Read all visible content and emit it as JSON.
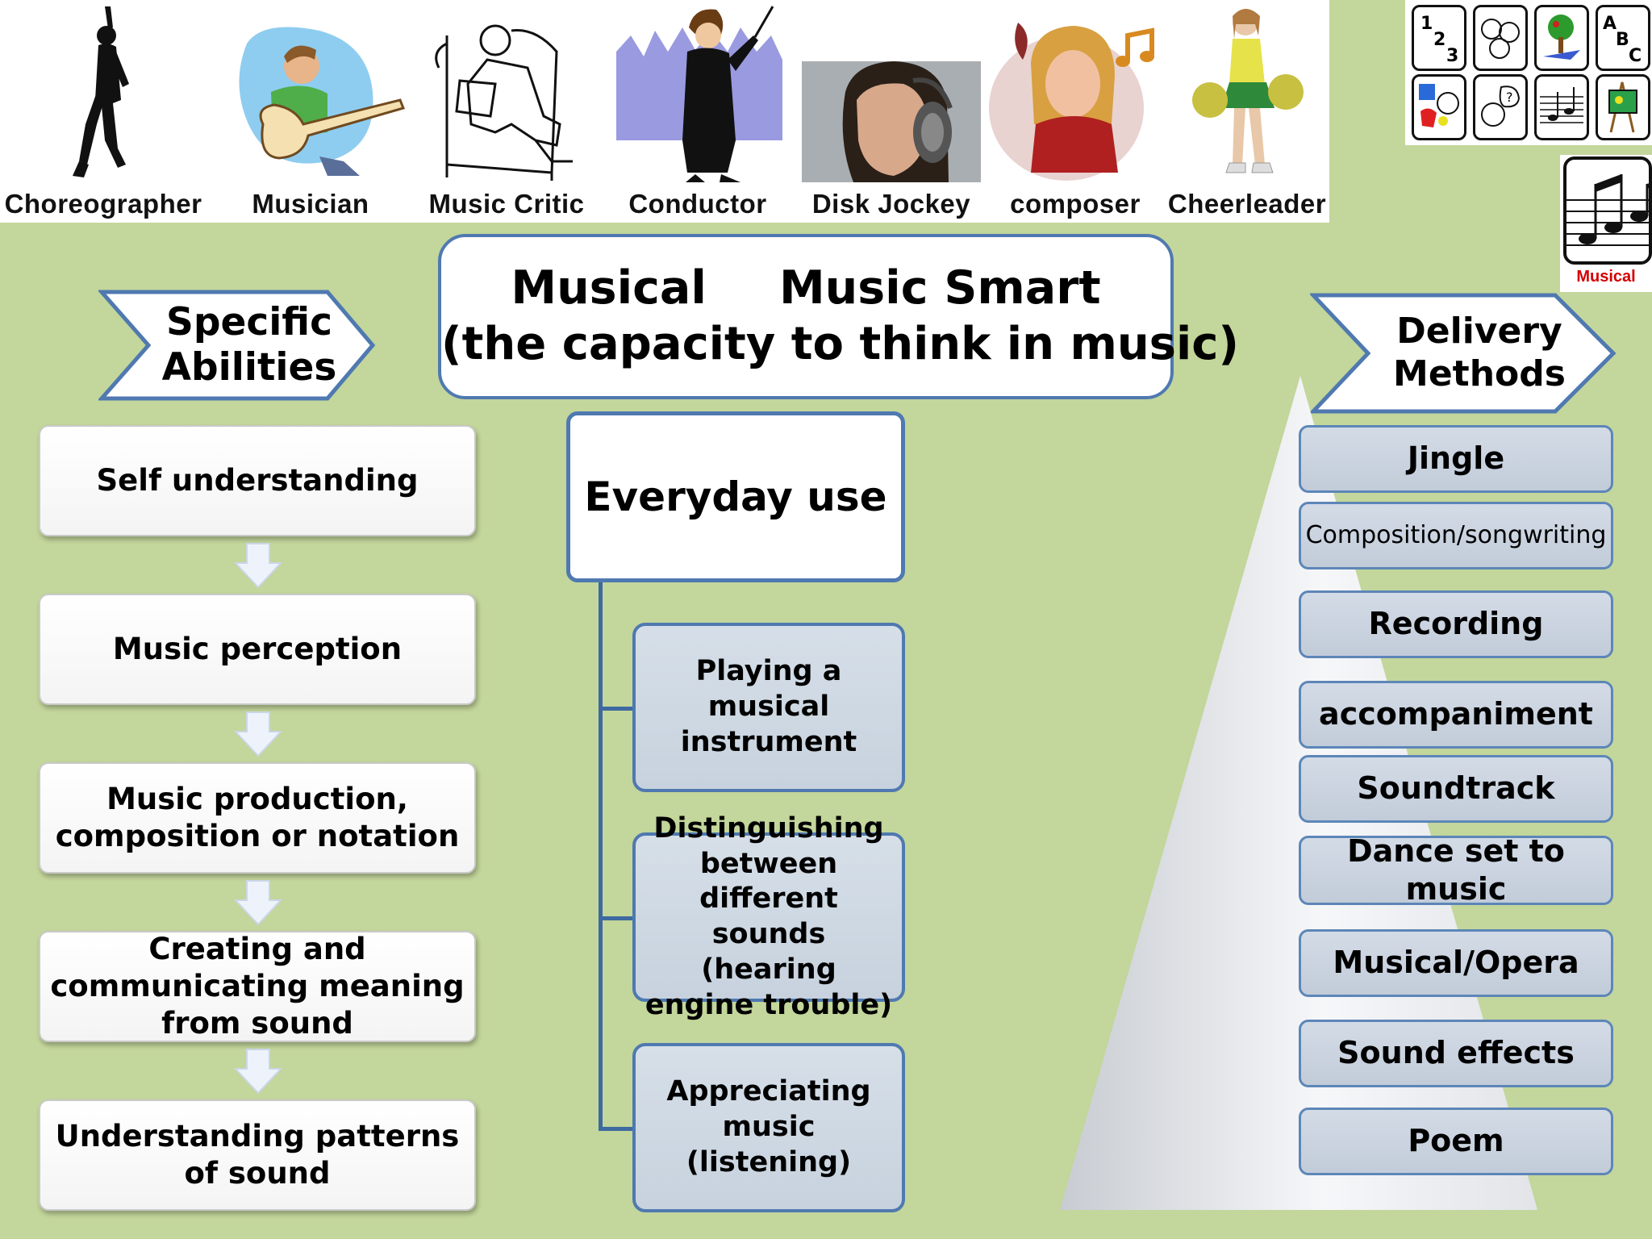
{
  "roles": [
    {
      "label": "Choreographer",
      "icon": "dancer-silhouette-icon"
    },
    {
      "label": "Musician",
      "icon": "guitarist-icon"
    },
    {
      "label": "Music Critic",
      "icon": "critic-in-armchair-icon"
    },
    {
      "label": "Conductor",
      "icon": "conductor-icon"
    },
    {
      "label": "Disk Jockey",
      "icon": "boy-with-headphones-photo"
    },
    {
      "label": "composer",
      "icon": "composer-portrait-icon"
    },
    {
      "label": "Cheerleader",
      "icon": "cheerleader-icon"
    }
  ],
  "intelligence_icons": [
    "numbers-icon",
    "faces-icon",
    "nature-icon",
    "letters-icon",
    "puzzle-ball-icon",
    "thinking-faces-icon",
    "music-notes-icon",
    "painting-easel-icon"
  ],
  "musical_icon": {
    "label": "Musical"
  },
  "headers": {
    "specific_abilities": "Specific\nAbilities",
    "delivery_methods": "Delivery\nMethods"
  },
  "title": {
    "word1": "Musical",
    "word2": "Music Smart",
    "subtitle": "(the capacity to think in music)"
  },
  "abilities": [
    "Self understanding",
    "Music perception",
    "Music production, composition or notation",
    "Creating and communicating meaning from sound",
    "Understanding patterns of sound"
  ],
  "everyday": {
    "title": "Everyday use",
    "items": [
      "Playing a musical instrument",
      "Distinguishing between different sounds (hearing engine trouble)",
      "Appreciating music (listening)"
    ]
  },
  "delivery_methods": [
    "Jingle",
    "Composition/songwriting",
    "Recording",
    "accompaniment",
    "Soundtrack",
    "Dance set to music",
    "Musical/Opera",
    "Sound effects",
    "Poem"
  ],
  "colors": {
    "background": "#c3d69b",
    "box_border": "#4f79b0",
    "method_fill": "#c7d1de",
    "musical_label": "#d40000"
  }
}
